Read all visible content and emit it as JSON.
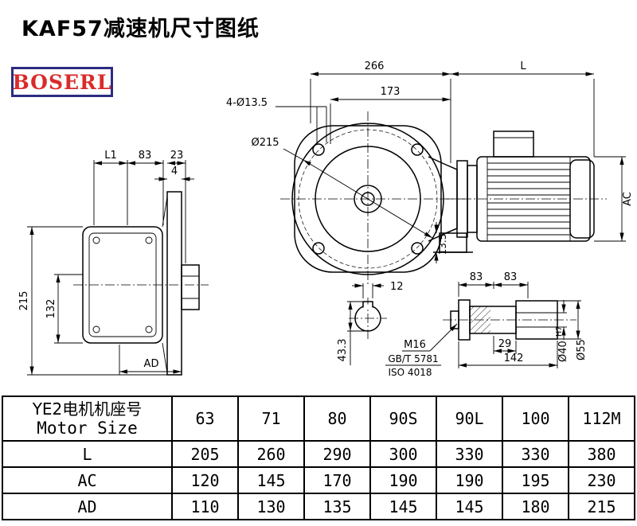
{
  "page": {
    "title": "KAF57减速机尺寸图纸",
    "brand": "BOSERL"
  },
  "drawing": {
    "front": {
      "dim_266": "266",
      "dim_L": "L",
      "dim_173": "173",
      "holes_label": "4-Ø13.5",
      "flange_dia": "Ø215",
      "foot_dim": "13.5",
      "dim_AC": "AC"
    },
    "side": {
      "dim_L1": "L1",
      "dim_83": "83",
      "dim_23": "23",
      "dim_4": "4",
      "dim_215": "215",
      "dim_132": "132",
      "dim_AD": "AD"
    },
    "shaft": {
      "dim_12": "12",
      "dim_43_3": "43.3",
      "dim_83a": "83",
      "dim_83b": "83",
      "bolt_label": "M16",
      "std_gb": "GB/T 5781",
      "std_iso": "ISO 4018",
      "dim_29": "29",
      "dim_142": "142",
      "bore_dia": "Ø40",
      "bore_tol": "H7",
      "shaft_dia": "Ø55"
    }
  },
  "table": {
    "header_line1": "YE2电机机座号",
    "header_line2": "Motor Size",
    "sizes": [
      "63",
      "71",
      "80",
      "90S",
      "90L",
      "100",
      "112M"
    ],
    "rows": [
      {
        "label": "L",
        "values": [
          "205",
          "260",
          "290",
          "300",
          "330",
          "330",
          "380"
        ]
      },
      {
        "label": "AC",
        "values": [
          "120",
          "145",
          "170",
          "190",
          "190",
          "195",
          "230"
        ]
      },
      {
        "label": "AD",
        "values": [
          "110",
          "130",
          "135",
          "145",
          "145",
          "180",
          "215"
        ]
      }
    ]
  }
}
